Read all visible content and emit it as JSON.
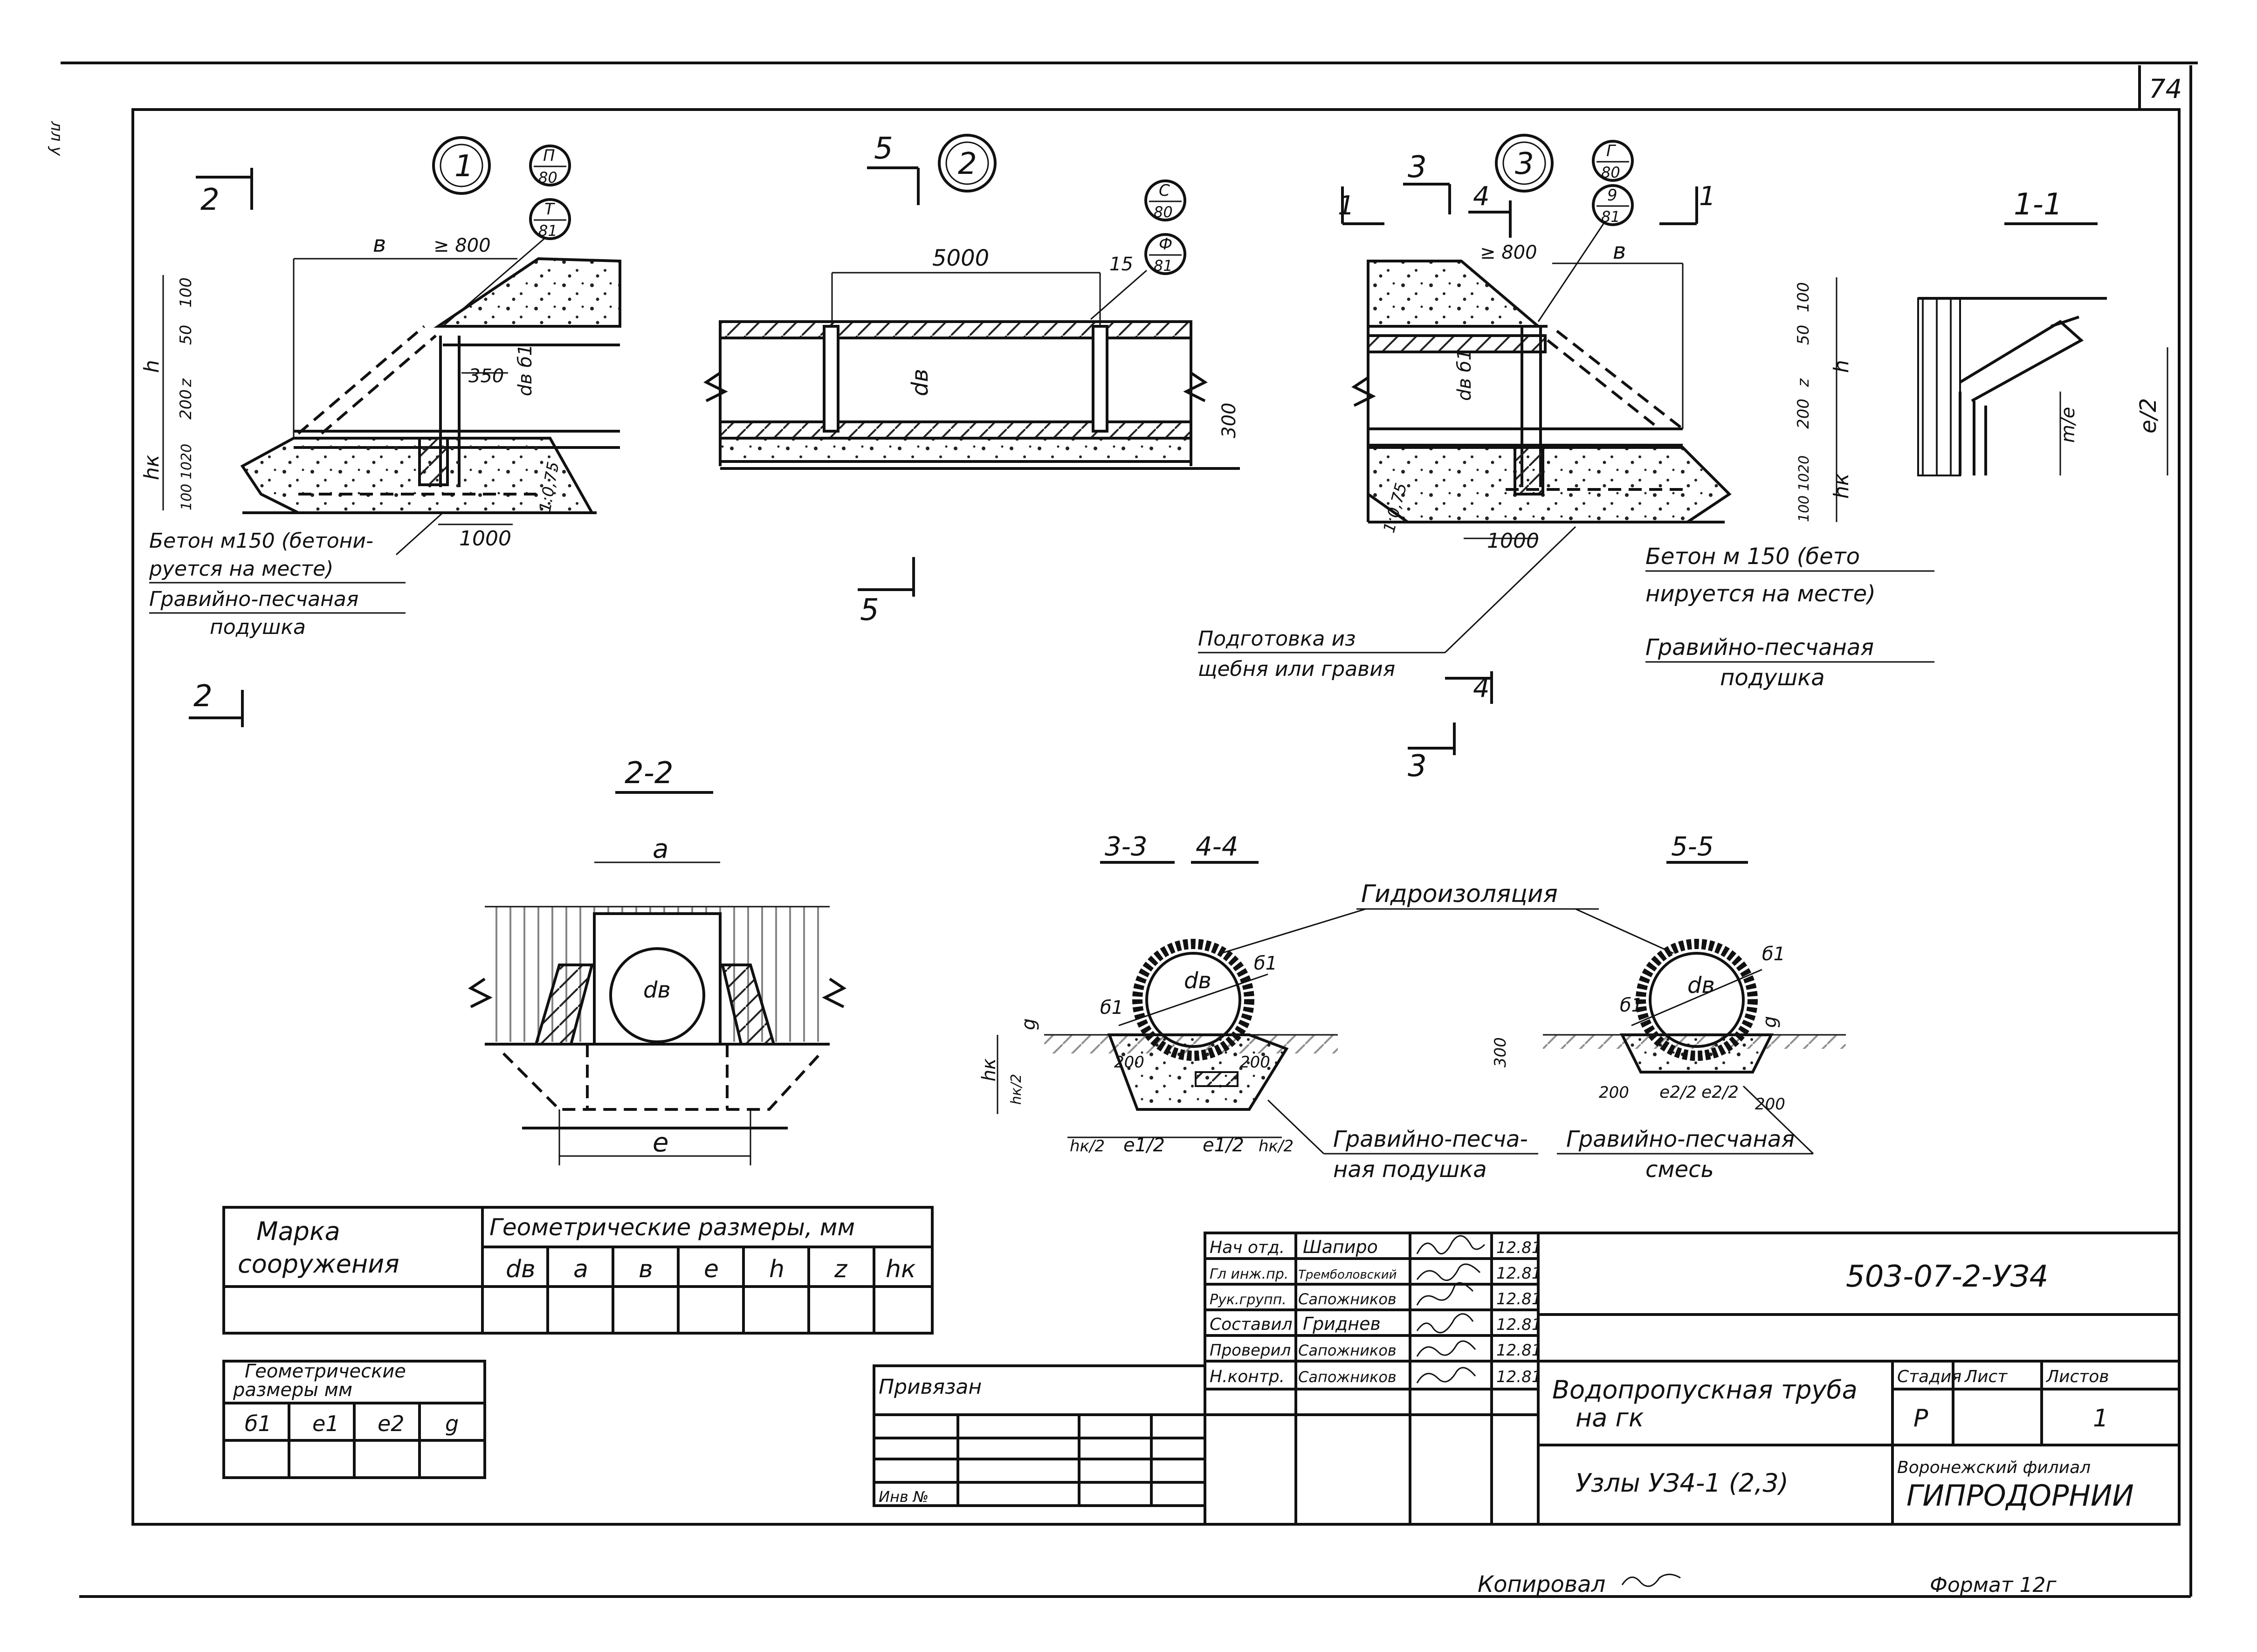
{
  "sheet": {
    "page_number": "74",
    "side_mark": "лл у",
    "copied_by": "Копировал",
    "format": "Формат 12г"
  },
  "views": {
    "node1": "1",
    "node2": "2",
    "node3": "3",
    "section_1_1": "1-1",
    "section_2_2": "2-2",
    "section_3_3": "3-3",
    "section_4_4": "4-4",
    "section_5_5": "5-5",
    "ref_n": "П",
    "ref_t": "Т",
    "ref_c": "С",
    "ref_f": "Ф",
    "ref_g": "Г",
    "ref_9": "9",
    "ref_80": "80",
    "ref_81": "81"
  },
  "marks": {
    "cut1": "1",
    "cut2": "2",
    "cut3": "3",
    "cut4": "4",
    "cut5": "5"
  },
  "dims": {
    "b": "в",
    "min800": "≥ 800",
    "d350": "350",
    "dv_b1": "dв б1",
    "dv": "dв",
    "d1000": "1000",
    "d5000": "5000",
    "d15": "15",
    "d300": "300",
    "h": "h",
    "hk": "hк",
    "z": "z",
    "v100": "100",
    "v50": "50",
    "v200": "200",
    "v100_1020": "100 1020",
    "hk2": "hк/2",
    "slope": "1:0,75",
    "m_e": "m/e",
    "e_half": "e/2",
    "a": "a",
    "e": "e",
    "dv_sub": "dв",
    "b1": "б1",
    "g": "g",
    "d200": "200",
    "hk_over2": "hк/2",
    "e1_half": "e1/2",
    "e2_half": "e2/2",
    "d300b": "300"
  },
  "labels": {
    "beton_left_1": "Бетон м150 (бетони-",
    "beton_left_2": "руется на месте)",
    "cushion_left_1": "Гравийно-песчаная",
    "cushion_left_2": "подушка",
    "beton_right_1": "Бетон м 150 (бето",
    "beton_right_2": "нируется на месте)",
    "prep_1": "Подготовка из",
    "prep_2": "щебня или гравия",
    "cushion_right_1": "Гравийно-песчаная",
    "cushion_right_2": "подушка",
    "waterproof": "Гидроизоляция",
    "cushion_33_1": "Гравийно-песча-",
    "cushion_33_2": "ная подушка",
    "mix_55_1": "Гравийно-песчаная",
    "mix_55_2": "смесь"
  },
  "table1": {
    "mark_1": "Марка",
    "mark_2": "сооружения",
    "group": "Геометрические размеры, мм",
    "cols": [
      "dв",
      "a",
      "в",
      "e",
      "h",
      "z",
      "hк"
    ]
  },
  "table2": {
    "title_1": "Геометрические",
    "title_2": "размеры мм",
    "cols": [
      "б1",
      "e1",
      "e2",
      "g"
    ]
  },
  "binding": {
    "privyazan": "Привязан",
    "inv": "Инв №"
  },
  "stamp": {
    "roles": [
      "Нач отд.",
      "Гл инж.пр.",
      "Рук.групп.",
      "Составил",
      "Проверил",
      "Н.контр."
    ],
    "names": [
      "Шапиро",
      "Тремболовский",
      "Сапожников",
      "Гриднев",
      "Сапожников",
      "Сапожников"
    ],
    "dates": [
      "12.81",
      "12.81",
      "12.81",
      "12.81",
      "12.81",
      "12.81"
    ],
    "code": "503-07-2-УЗ4",
    "title_1": "Водопропускная труба",
    "title_2": "на  гк",
    "subtitle": "Узлы  УЗ4-1 (2,3)",
    "stage_h": "Стадия",
    "sheet_h": "Лист",
    "sheets_h": "Листов",
    "stage": "Р",
    "sheet": "1",
    "org_1": "Воронежский филиал",
    "org_2": "ГИПРОДОРНИИ"
  }
}
